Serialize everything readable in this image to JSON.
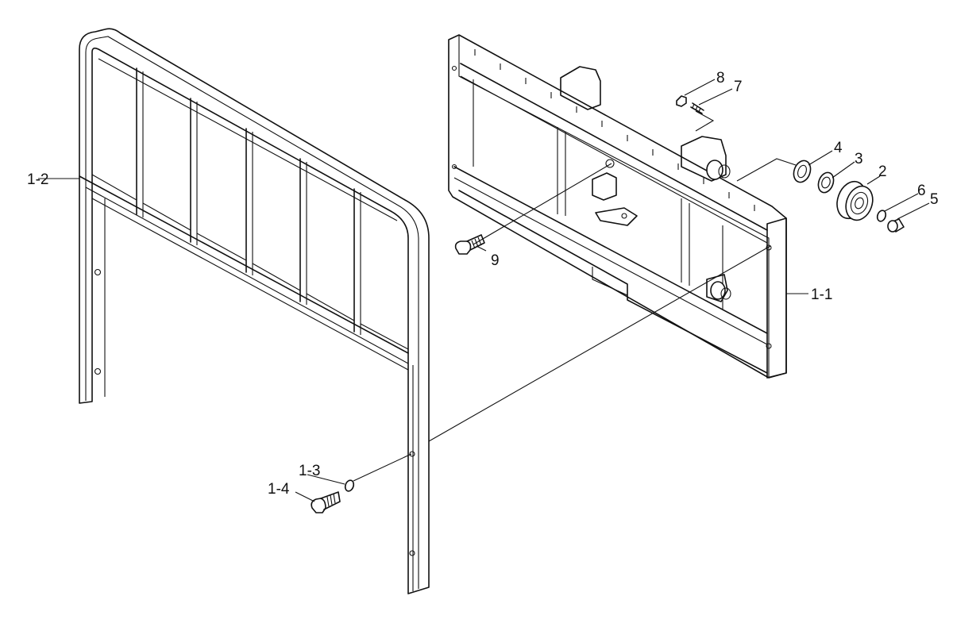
{
  "callouts": {
    "c1_1": "1-1",
    "c1_2": "1-2",
    "c1_3": "1-3",
    "c1_4": "1-4",
    "c2": "2",
    "c3": "3",
    "c4": "4",
    "c5": "5",
    "c6": "6",
    "c7": "7",
    "c8": "8",
    "c9": "9"
  }
}
